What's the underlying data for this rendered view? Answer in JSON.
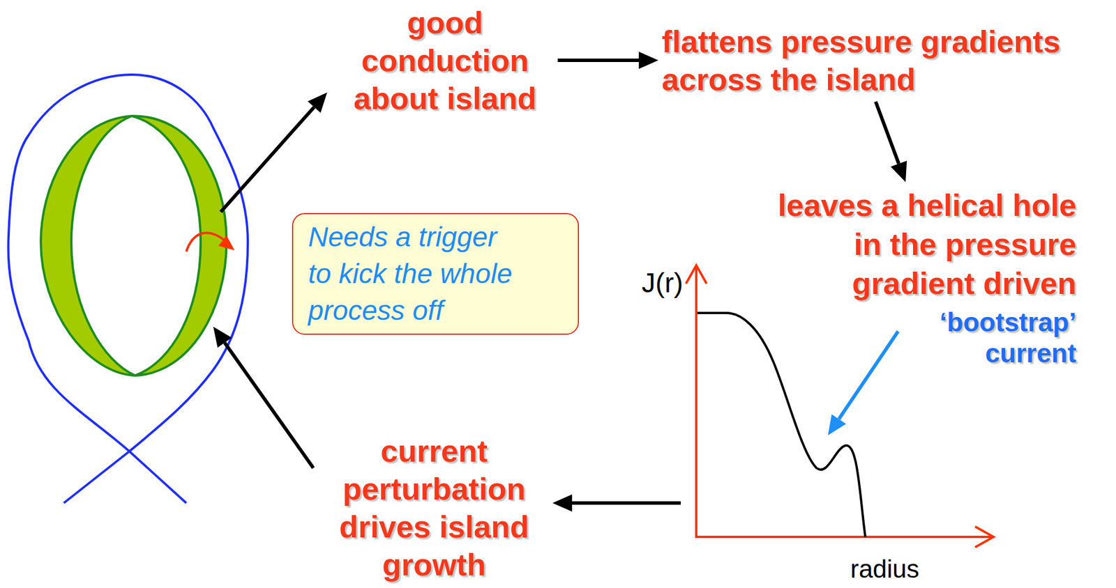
{
  "diagram": {
    "nodes": [
      {
        "text": [
          "good conduction about island"
        ]
      },
      {
        "text": [
          "flattens pressure gradients across the island"
        ]
      },
      {
        "text": [
          "leaves a helical hole in the pressure gradient driven",
          "‘bootstrap’ current"
        ]
      },
      {
        "text": [
          "Needs a trigger to kick the whole process off"
        ]
      },
      {
        "text": [
          "J(r)",
          "radius"
        ]
      },
      {
        "text": [
          "current perturbation drives island growth"
        ]
      }
    ],
    "edges": [
      {
        "from": 0,
        "to": 1,
        "arrow": "to"
      },
      {
        "from": 1,
        "to": 2,
        "arrow": "to"
      },
      {
        "from": 4,
        "to": 5,
        "arrow": "to"
      }
    ]
  }
}
